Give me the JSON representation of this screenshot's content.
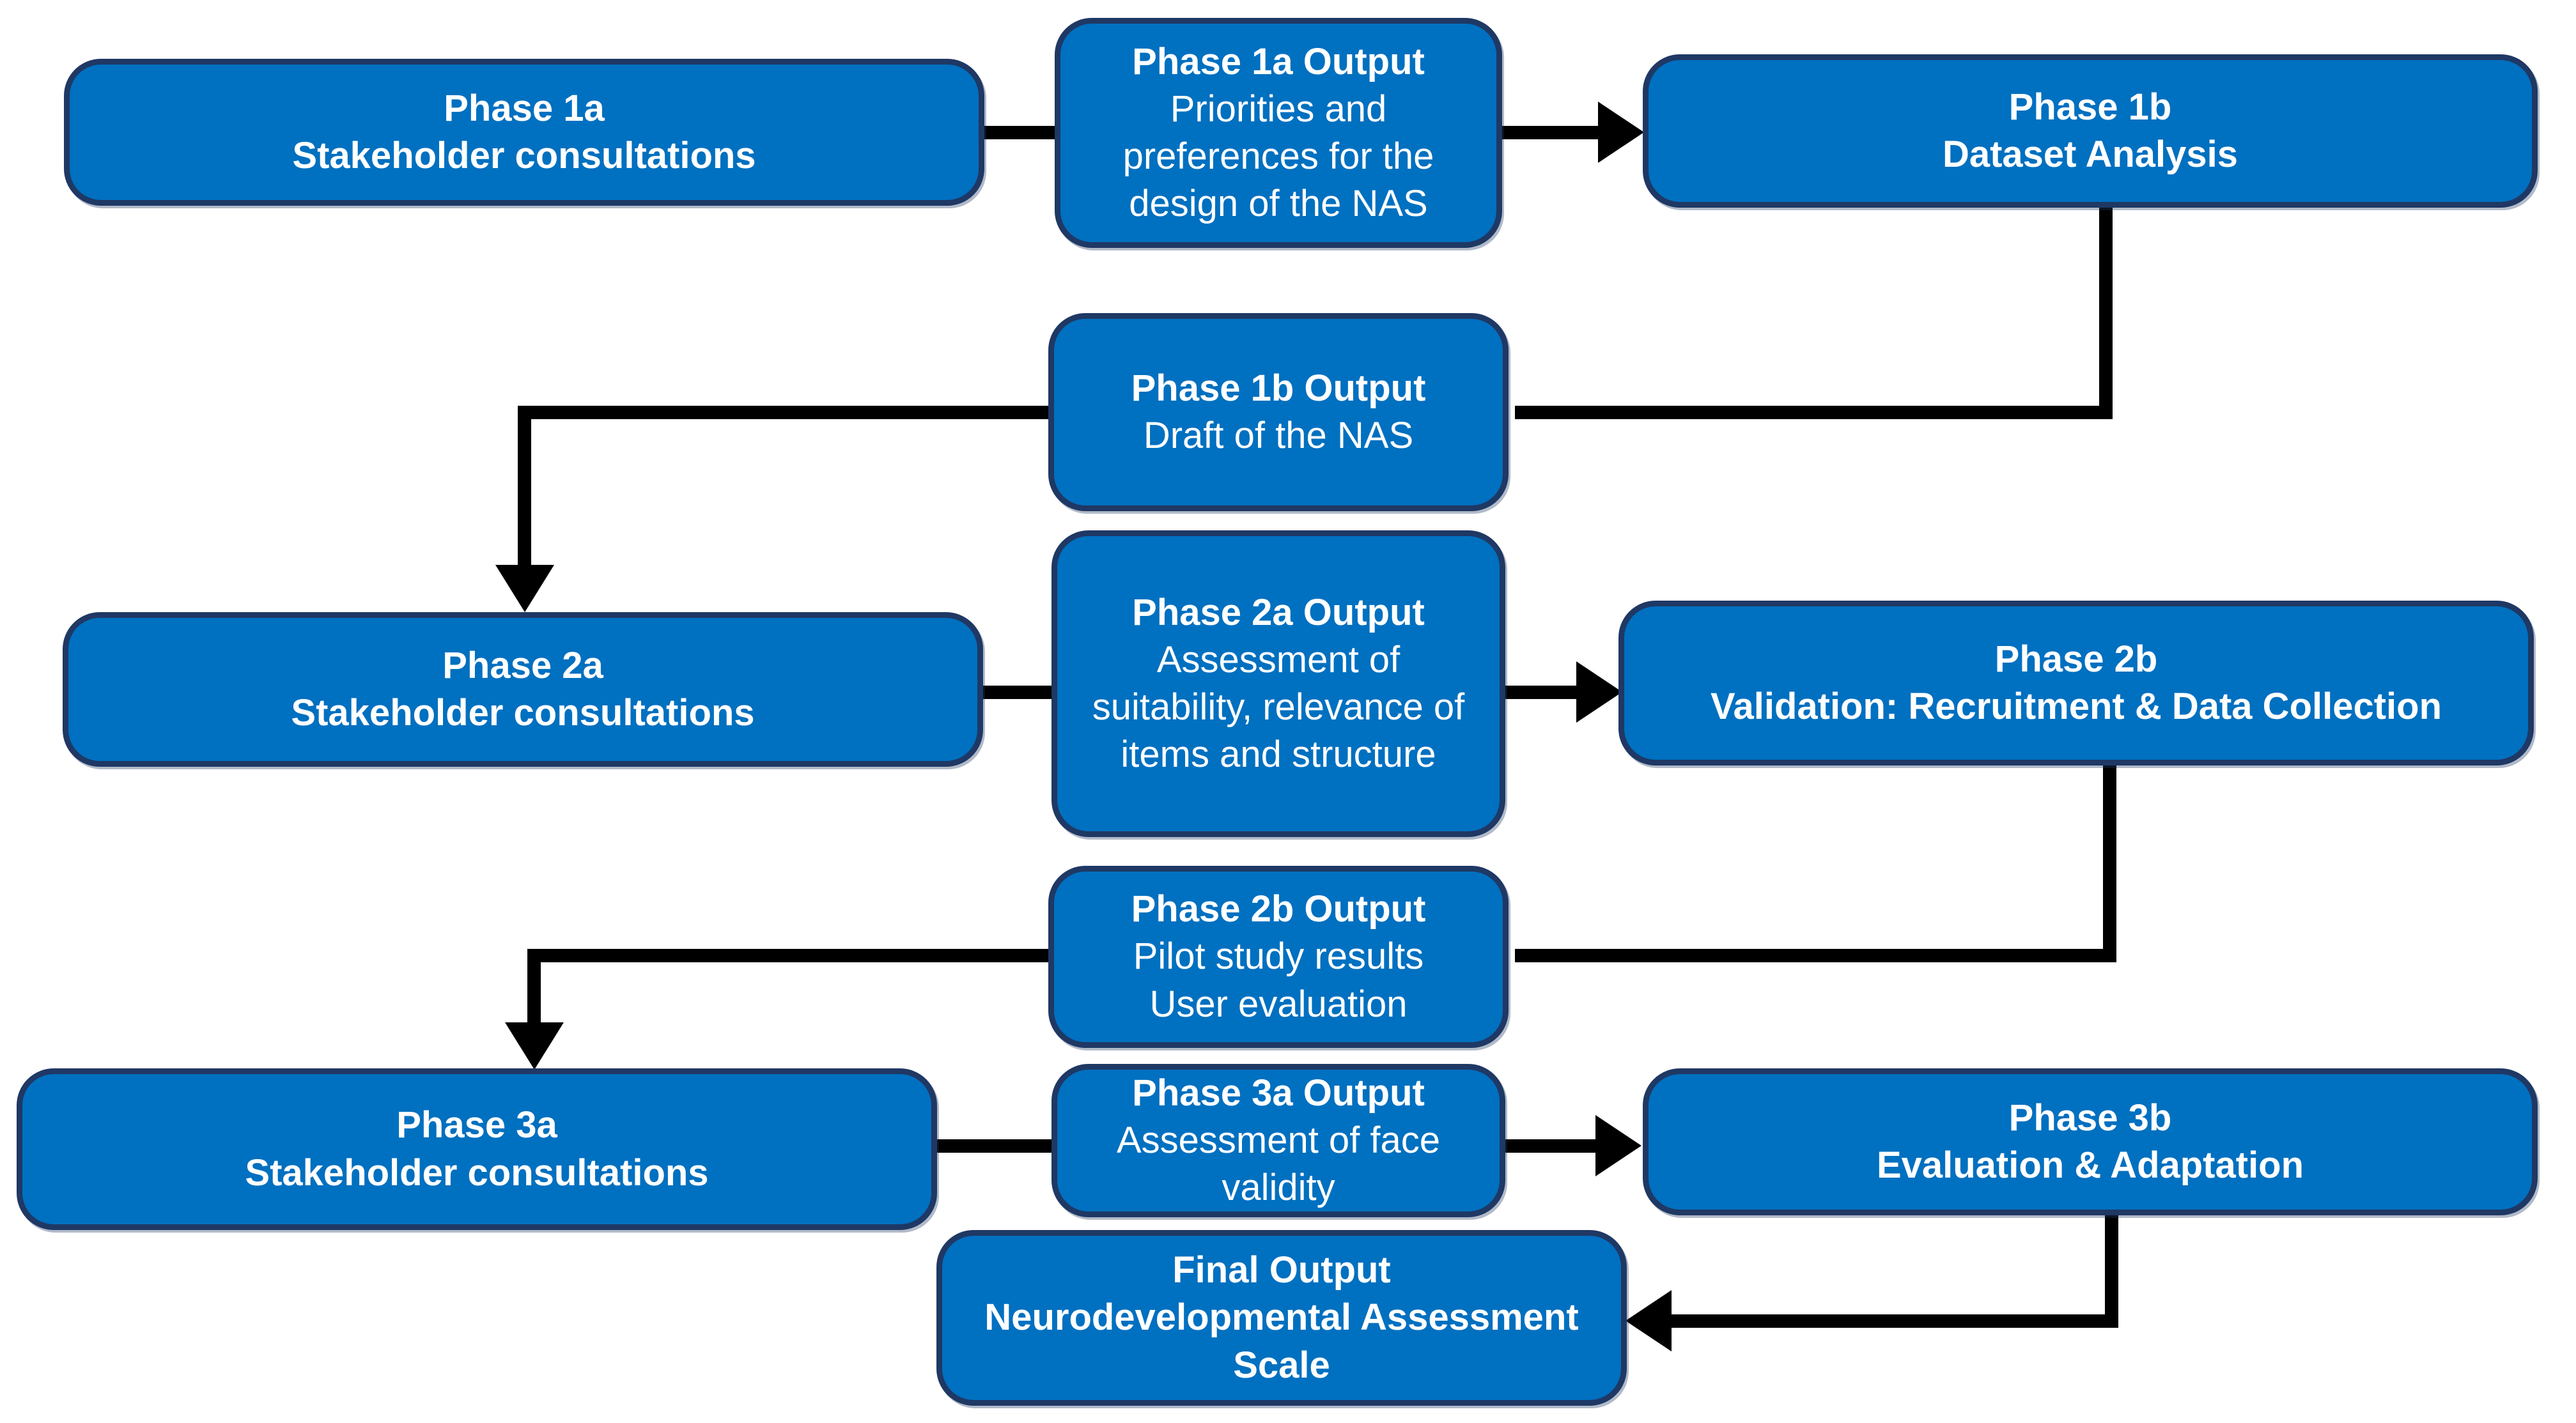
{
  "diagram": {
    "colors": {
      "node_fill": "#0070C0",
      "node_border": "#1F3864",
      "node_text": "#FFFFFF",
      "arrow": "#000000",
      "background": "#FFFFFF"
    },
    "nodes": {
      "phase1a": {
        "title": "Phase 1a",
        "body": "Stakeholder consultations"
      },
      "phase1a_output": {
        "title": "Phase 1a Output",
        "body": "Priorities and preferences for the design of the NAS"
      },
      "phase1b": {
        "title": "Phase 1b",
        "body": "Dataset Analysis"
      },
      "phase1b_output": {
        "title": "Phase 1b Output",
        "body": "Draft of the NAS"
      },
      "phase2a": {
        "title": "Phase 2a",
        "body": "Stakeholder consultations"
      },
      "phase2a_output": {
        "title": "Phase 2a Output",
        "body": "Assessment of suitability, relevance of items and structure"
      },
      "phase2b": {
        "title": "Phase 2b",
        "body": "Validation: Recruitment & Data Collection"
      },
      "phase2b_output": {
        "title": "Phase 2b Output",
        "body": "Pilot study results\nUser evaluation"
      },
      "phase3a": {
        "title": "Phase 3a",
        "body": "Stakeholder consultations"
      },
      "phase3a_output": {
        "title": "Phase 3a Output",
        "body": "Assessment of face validity"
      },
      "phase3b": {
        "title": "Phase 3b",
        "body": "Evaluation & Adaptation"
      },
      "final_output": {
        "title": "Final Output",
        "body": "Neurodevelopmental Assessment Scale"
      }
    }
  }
}
